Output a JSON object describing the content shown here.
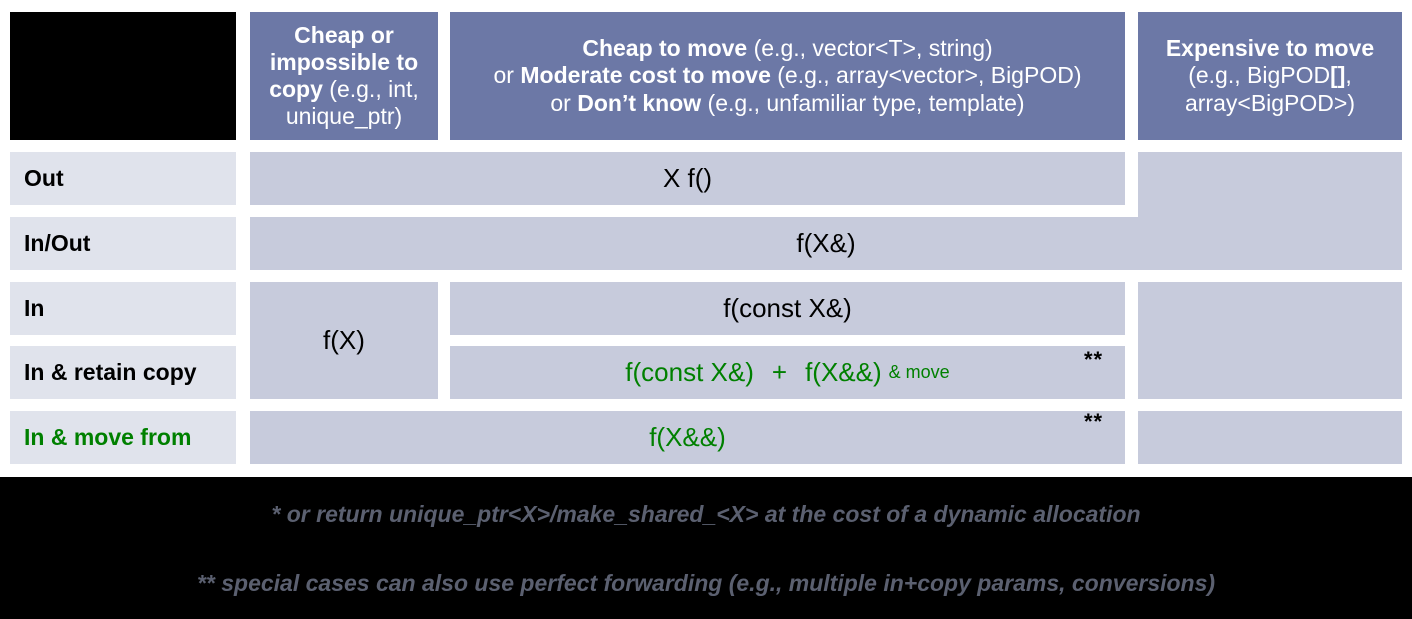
{
  "slide": {
    "title_cell_blank": "",
    "colors": {
      "header_bg": "#6C78A6",
      "cell_bg": "#C7CBDC",
      "row_label_bg": "#E0E3EC",
      "accent_green": "#008000",
      "footnote_text": "#5B6070",
      "background": "#000000"
    }
  },
  "table": {
    "columns": [
      {
        "id": "row-label-col",
        "header": ""
      },
      {
        "id": "cheap-or-impossible-to-copy",
        "header_lines": [
          {
            "strong": "Cheap or",
            "rest": ""
          },
          {
            "strong": "impossible to",
            "rest": ""
          },
          {
            "strong": "copy",
            "rest": " (e.g., int,"
          },
          {
            "strong": "",
            "rest": "unique_ptr)"
          }
        ],
        "header_plain": "Cheap or impossible to copy (e.g., int, unique_ptr)"
      },
      {
        "id": "cheap-to-move",
        "header_lines": [
          {
            "strong": "Cheap to move",
            "rest": " (e.g., vector<T>, string)"
          },
          {
            "pre": "or ",
            "strong": "Moderate cost to move",
            "rest": " (e.g., array<vector>, BigPOD)"
          },
          {
            "pre": "or ",
            "strong": "Don’t know",
            "rest": " (e.g., unfamiliar type, template)"
          }
        ],
        "header_plain": "Cheap to move (e.g., vector<T>, string) or Moderate cost to move (e.g., array<vector>, BigPOD) or Don’t know (e.g., unfamiliar type, template)"
      },
      {
        "id": "expensive-to-move",
        "header_lines": [
          {
            "strong": "Expensive to move",
            "rest": ""
          },
          {
            "strong": "",
            "rest": "(e.g., BigPOD[],"
          },
          {
            "strong": "",
            "rest": "array<BigPOD>)"
          }
        ],
        "header_plain": "Expensive to move (e.g., BigPOD[], array<BigPOD>)"
      }
    ],
    "rows": [
      {
        "id": "out",
        "label": "Out",
        "label_green": false
      },
      {
        "id": "in-out",
        "label": "In/Out",
        "label_green": false
      },
      {
        "id": "in",
        "label": "In",
        "label_green": false
      },
      {
        "id": "in-retain-copy",
        "label": "In & retain copy",
        "label_green": false
      },
      {
        "id": "in-move-from",
        "label": "In & move from",
        "label_green": true
      }
    ],
    "cells": {
      "out_span": "X f()",
      "inout_span": "f(X&)",
      "in_cheap_copy": "f(X)",
      "in_move": "f(const X&)",
      "retain_copy_part1": "f(const X&)",
      "retain_copy_plus": "+",
      "retain_copy_part2": "f(X&&)",
      "retain_copy_suffix": "& move",
      "move_from": "f(X&&)",
      "star_retain_copy": "**",
      "star_move_from": "**"
    }
  },
  "footnotes": [
    "* or return unique_ptr<X>/make_shared_<X> at the cost of a dynamic allocation",
    "** special cases can also use perfect forwarding (e.g., multiple in+copy params, conversions)"
  ]
}
